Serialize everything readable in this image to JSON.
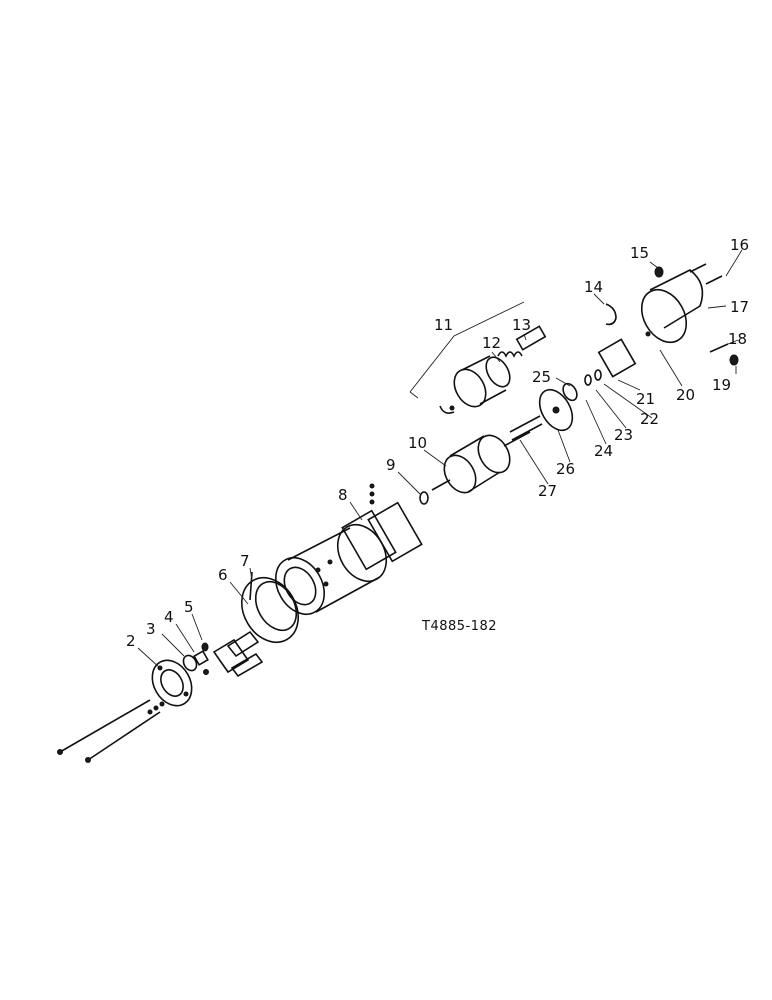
{
  "figure_code": "T4885-182",
  "callouts": [
    {
      "id": "c2",
      "text": "2"
    },
    {
      "id": "c3",
      "text": "3"
    },
    {
      "id": "c4",
      "text": "4"
    },
    {
      "id": "c5",
      "text": "5"
    },
    {
      "id": "c6",
      "text": "6"
    },
    {
      "id": "c7",
      "text": "7"
    },
    {
      "id": "c8",
      "text": "8"
    },
    {
      "id": "c9",
      "text": "9"
    },
    {
      "id": "c10",
      "text": "10"
    },
    {
      "id": "c11",
      "text": "11"
    },
    {
      "id": "c12",
      "text": "12"
    },
    {
      "id": "c13",
      "text": "13"
    },
    {
      "id": "c14",
      "text": "14"
    },
    {
      "id": "c15",
      "text": "15"
    },
    {
      "id": "c16",
      "text": "16"
    },
    {
      "id": "c17",
      "text": "17"
    },
    {
      "id": "c18",
      "text": "18"
    },
    {
      "id": "c19",
      "text": "19"
    },
    {
      "id": "c20",
      "text": "20"
    },
    {
      "id": "c21",
      "text": "21"
    },
    {
      "id": "c22",
      "text": "22"
    },
    {
      "id": "c23",
      "text": "23"
    },
    {
      "id": "c24",
      "text": "24"
    },
    {
      "id": "c25",
      "text": "25"
    },
    {
      "id": "c26",
      "text": "26"
    },
    {
      "id": "c27",
      "text": "27"
    }
  ]
}
